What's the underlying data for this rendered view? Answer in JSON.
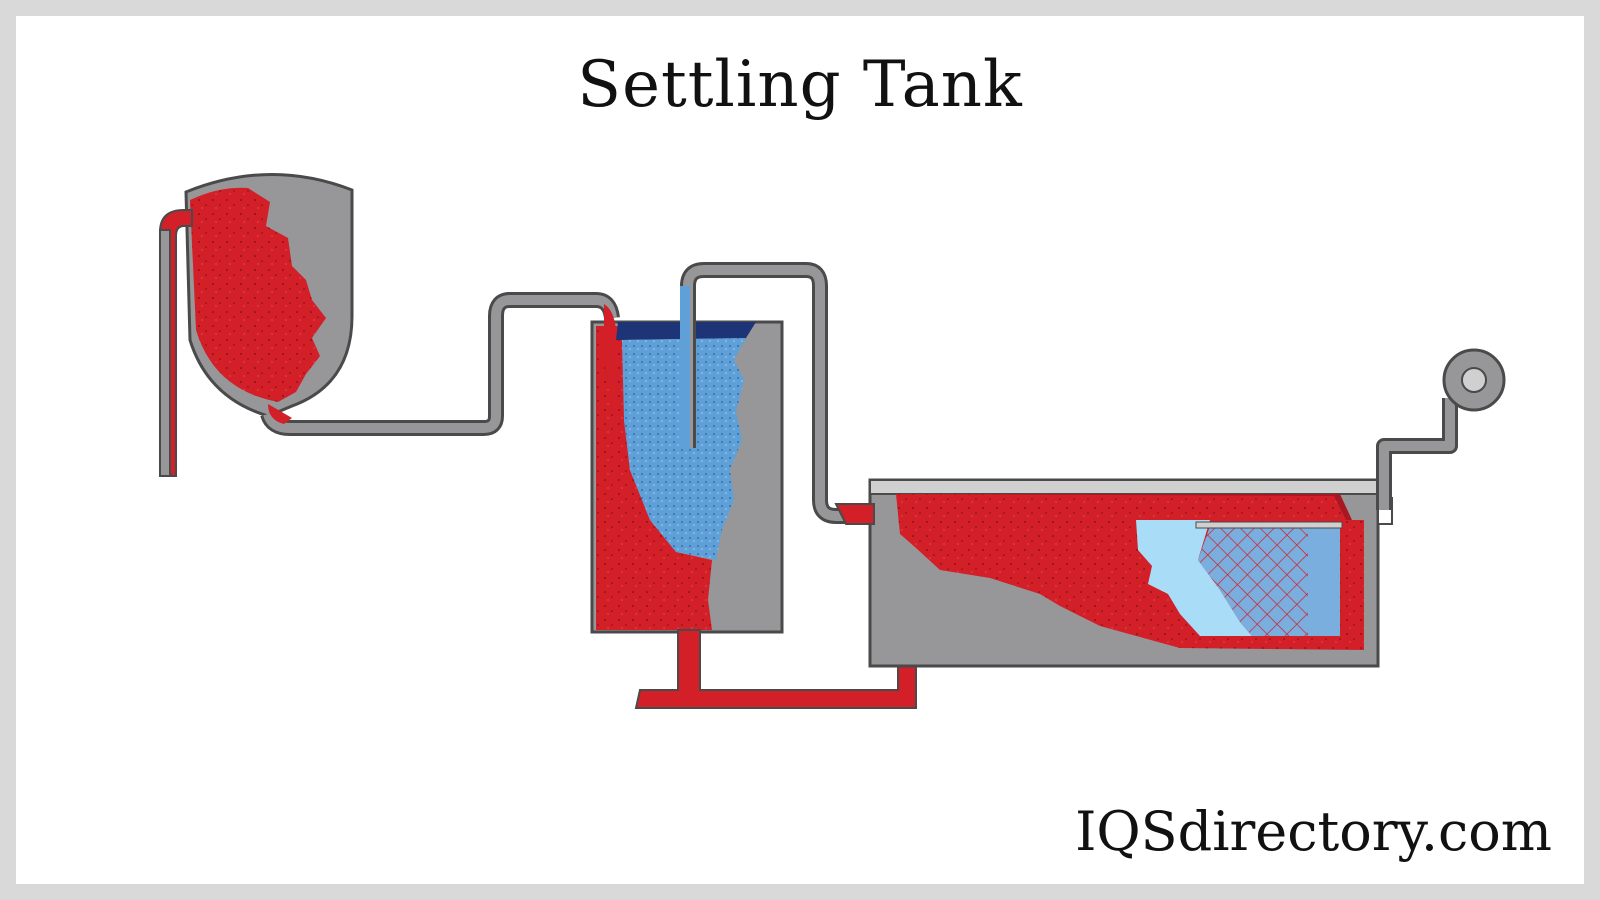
{
  "title": "Settling Tank",
  "watermark": "IQSdirectory.com",
  "colors": {
    "slurry": "#d21f28",
    "tank_gray": "#97979a",
    "pipe_outline": "#4a4a4a",
    "water_blue": "#5fa0d8",
    "water_dark": "#1d3577",
    "clear_water": "#a9dcf6",
    "filter_blue": "#7aaede",
    "background": "#ffffff",
    "border": "#d9d9d9"
  },
  "components": [
    {
      "id": "feed-hopper",
      "icon": "hopper-tank"
    },
    {
      "id": "settling-tank",
      "icon": "vertical-tank"
    },
    {
      "id": "horizontal-tank",
      "icon": "horizontal-tank"
    },
    {
      "id": "pump",
      "icon": "pump-icon"
    }
  ]
}
